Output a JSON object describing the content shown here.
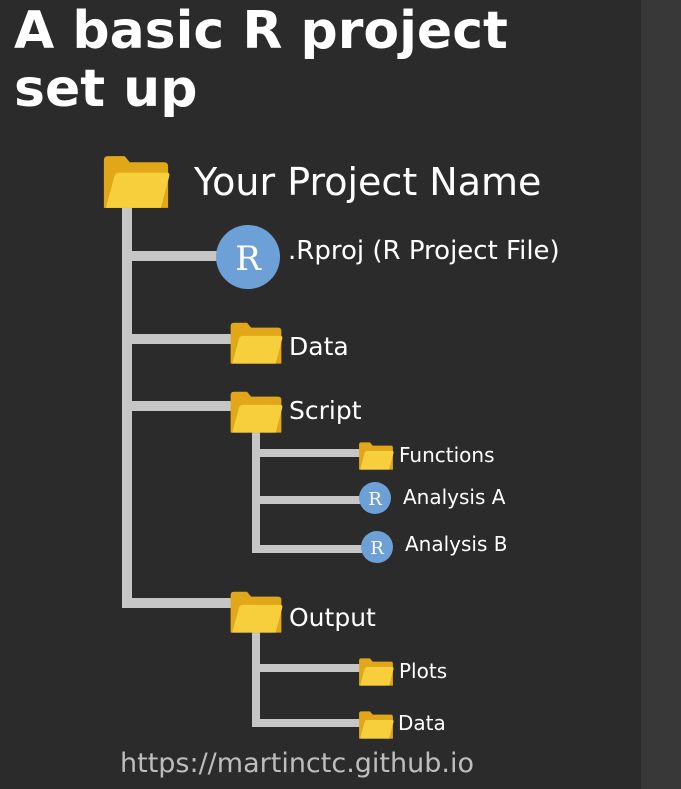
{
  "title": {
    "line1": "A basic R project",
    "line2": "set up"
  },
  "tree": {
    "root": {
      "label": "Your Project Name",
      "icon": "folder-icon"
    },
    "rproj": {
      "label": ".Rproj (R Project File)",
      "icon": "r-icon",
      "icon_letter": "R"
    },
    "data": {
      "label": "Data",
      "icon": "folder-icon"
    },
    "script": {
      "label": "Script",
      "icon": "folder-icon",
      "children": [
        {
          "label": "Functions",
          "icon": "folder-icon"
        },
        {
          "label": "Analysis A",
          "icon": "r-icon",
          "icon_letter": "R"
        },
        {
          "label": "Analysis B",
          "icon": "r-icon",
          "icon_letter": "R"
        }
      ]
    },
    "output": {
      "label": "Output",
      "icon": "folder-icon",
      "children": [
        {
          "label": "Plots",
          "icon": "folder-icon"
        },
        {
          "label": "Data",
          "icon": "folder-icon"
        }
      ]
    }
  },
  "footer": {
    "url": "https://martinctc.github.io"
  },
  "colors": {
    "background": "#2b2b2b",
    "connector": "#c6c6c6",
    "folder_front": "#f7cf3d",
    "folder_back": "#e2a718",
    "r_icon": "#6da0d6",
    "text": "#ffffff"
  }
}
